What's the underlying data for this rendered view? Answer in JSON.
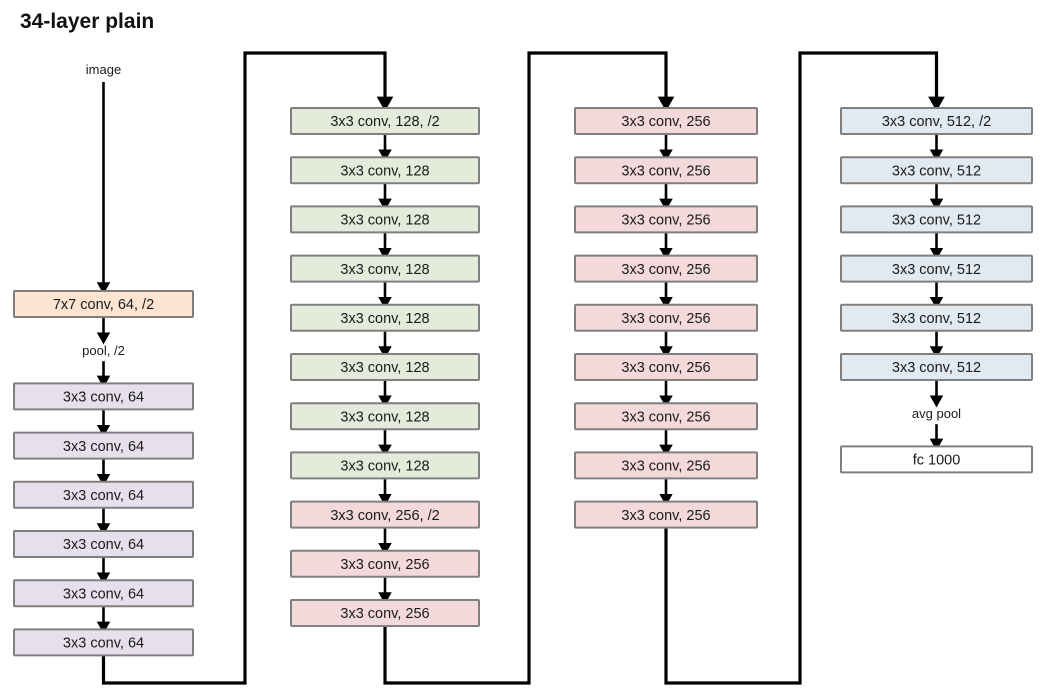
{
  "title": "34-layer plain",
  "colors": {
    "stem_label": "#1a1a1a",
    "box_border": "#808080",
    "conv7_fill": "#fce4d0",
    "conv64_fill": "#e6e0ec",
    "conv128_fill": "#e4ebdb",
    "conv256_fill": "#f3d9da",
    "conv512_fill": "#e1e9f1",
    "fc_fill": "#ffffff",
    "arrow": "#000000"
  },
  "entry_label": "image",
  "columns": [
    {
      "name": "column-1",
      "nodes": [
        {
          "kind": "box",
          "label": "7x7 conv, 64, /2",
          "fill": "conv7_fill"
        },
        {
          "kind": "plain",
          "label": "pool, /2"
        },
        {
          "kind": "box",
          "label": "3x3 conv, 64",
          "fill": "conv64_fill"
        },
        {
          "kind": "box",
          "label": "3x3 conv, 64",
          "fill": "conv64_fill"
        },
        {
          "kind": "box",
          "label": "3x3 conv, 64",
          "fill": "conv64_fill"
        },
        {
          "kind": "box",
          "label": "3x3 conv, 64",
          "fill": "conv64_fill"
        },
        {
          "kind": "box",
          "label": "3x3 conv, 64",
          "fill": "conv64_fill"
        },
        {
          "kind": "box",
          "label": "3x3 conv, 64",
          "fill": "conv64_fill"
        }
      ]
    },
    {
      "name": "column-2",
      "nodes": [
        {
          "kind": "box",
          "label": "3x3 conv, 128, /2",
          "fill": "conv128_fill"
        },
        {
          "kind": "box",
          "label": "3x3 conv, 128",
          "fill": "conv128_fill"
        },
        {
          "kind": "box",
          "label": "3x3 conv, 128",
          "fill": "conv128_fill"
        },
        {
          "kind": "box",
          "label": "3x3 conv, 128",
          "fill": "conv128_fill"
        },
        {
          "kind": "box",
          "label": "3x3 conv, 128",
          "fill": "conv128_fill"
        },
        {
          "kind": "box",
          "label": "3x3 conv, 128",
          "fill": "conv128_fill"
        },
        {
          "kind": "box",
          "label": "3x3 conv, 128",
          "fill": "conv128_fill"
        },
        {
          "kind": "box",
          "label": "3x3 conv, 128",
          "fill": "conv128_fill"
        },
        {
          "kind": "box",
          "label": "3x3 conv, 256, /2",
          "fill": "conv256_fill"
        },
        {
          "kind": "box",
          "label": "3x3 conv, 256",
          "fill": "conv256_fill"
        },
        {
          "kind": "box",
          "label": "3x3 conv, 256",
          "fill": "conv256_fill"
        }
      ]
    },
    {
      "name": "column-3",
      "nodes": [
        {
          "kind": "box",
          "label": "3x3 conv, 256",
          "fill": "conv256_fill"
        },
        {
          "kind": "box",
          "label": "3x3 conv, 256",
          "fill": "conv256_fill"
        },
        {
          "kind": "box",
          "label": "3x3 conv, 256",
          "fill": "conv256_fill"
        },
        {
          "kind": "box",
          "label": "3x3 conv, 256",
          "fill": "conv256_fill"
        },
        {
          "kind": "box",
          "label": "3x3 conv, 256",
          "fill": "conv256_fill"
        },
        {
          "kind": "box",
          "label": "3x3 conv, 256",
          "fill": "conv256_fill"
        },
        {
          "kind": "box",
          "label": "3x3 conv, 256",
          "fill": "conv256_fill"
        },
        {
          "kind": "box",
          "label": "3x3 conv, 256",
          "fill": "conv256_fill"
        },
        {
          "kind": "box",
          "label": "3x3 conv, 256",
          "fill": "conv256_fill"
        }
      ]
    },
    {
      "name": "column-4",
      "nodes": [
        {
          "kind": "box",
          "label": "3x3 conv, 512, /2",
          "fill": "conv512_fill"
        },
        {
          "kind": "box",
          "label": "3x3 conv, 512",
          "fill": "conv512_fill"
        },
        {
          "kind": "box",
          "label": "3x3 conv, 512",
          "fill": "conv512_fill"
        },
        {
          "kind": "box",
          "label": "3x3 conv, 512",
          "fill": "conv512_fill"
        },
        {
          "kind": "box",
          "label": "3x3 conv, 512",
          "fill": "conv512_fill"
        },
        {
          "kind": "box",
          "label": "3x3 conv, 512",
          "fill": "conv512_fill"
        },
        {
          "kind": "plain",
          "label": "avg pool"
        },
        {
          "kind": "box",
          "label": "fc 1000",
          "fill": "fc_fill"
        }
      ]
    }
  ]
}
